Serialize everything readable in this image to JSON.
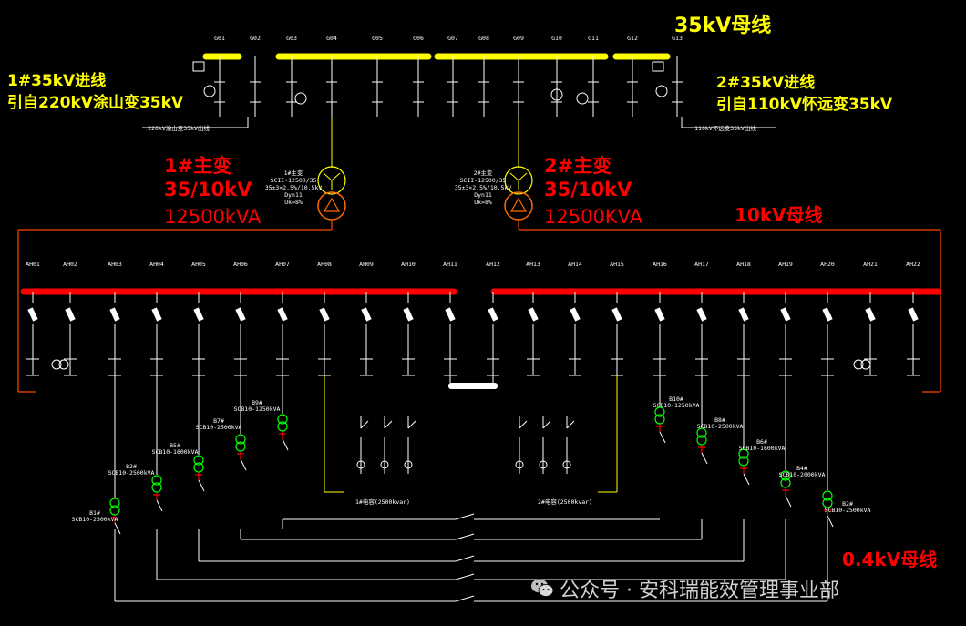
{
  "labels": {
    "bus35": "35kV母线",
    "in1_line1": "1#35kV进线",
    "in1_line2": "引自220kV涂山变35kV",
    "in2_line1": "2#35kV进线",
    "in2_line2": "引自110kV怀远变35kV",
    "t1_name": "1#主变",
    "t1_ratio": "35/10kV",
    "t1_cap": "12500kVA",
    "t2_name": "2#主变",
    "t2_ratio": "35/10kV",
    "t2_cap": "12500KVA",
    "bus10": "10kV母线",
    "bus04": "0.4kV母线"
  },
  "small_labels": {
    "g35": [
      "G01",
      "G02",
      "G03",
      "G04",
      "G05",
      "G06",
      "G07",
      "G08",
      "G09",
      "G10",
      "G11",
      "G12",
      "G13"
    ],
    "ah": [
      "AH01",
      "AH02",
      "AH03",
      "AH04",
      "AH05",
      "AH06",
      "AH07",
      "AH08",
      "AH09",
      "AH10",
      "AH11",
      "AH12",
      "AH13",
      "AH14",
      "AH15",
      "AH16",
      "AH17",
      "AH18",
      "AH19",
      "AH20",
      "AH21",
      "AH22"
    ],
    "line_left": "220kV涂山变35kV出线",
    "line_right": "110kV怀远变35kV出线",
    "t1_spec": [
      "1#主变",
      "SCII-12500/35",
      "35±3×2.5%/10.5kV",
      "Dyn11",
      "Uk=8%"
    ],
    "t2_spec": [
      "2#主变",
      "SCII-12500/35",
      "35±3×2.5%/10.5kV",
      "Dyn11",
      "Uk=8%"
    ],
    "cap1": "1#电容(2500kvar)",
    "cap2": "2#电容(2500kvar)",
    "tx": [
      {
        "name": "B1#",
        "spec": "SCB10-2500kVA"
      },
      {
        "name": "B2#",
        "spec": "SCB10-2500kVA"
      },
      {
        "name": "B5#",
        "spec": "SCB10-1600kVA"
      },
      {
        "name": "B7#",
        "spec": "SCB10-2500kVA"
      },
      {
        "name": "B9#",
        "spec": "SCB10-1250kVA"
      },
      {
        "name": "B10#",
        "spec": "SCB10-1250kVA"
      },
      {
        "name": "B8#",
        "spec": "SCB10-2500kVA"
      },
      {
        "name": "B6#",
        "spec": "SCB10-1600kVA"
      },
      {
        "name": "B4#",
        "spec": "SCB10-2000kVA"
      },
      {
        "name": "B2#",
        "spec": "SCB10-2500kVA"
      }
    ]
  },
  "watermark": "公众号 · 安科瑞能效管理事业部",
  "colors": {
    "background": "#000000",
    "bus35": "#ffff00",
    "bus10": "#ff0000",
    "title_yellow": "#ffff00",
    "title_red": "#ff0000",
    "trafo": "#ffff00",
    "lines": "#ffffff",
    "cap_frame": "#ffff00",
    "bus10_frame": "#ff4500"
  }
}
